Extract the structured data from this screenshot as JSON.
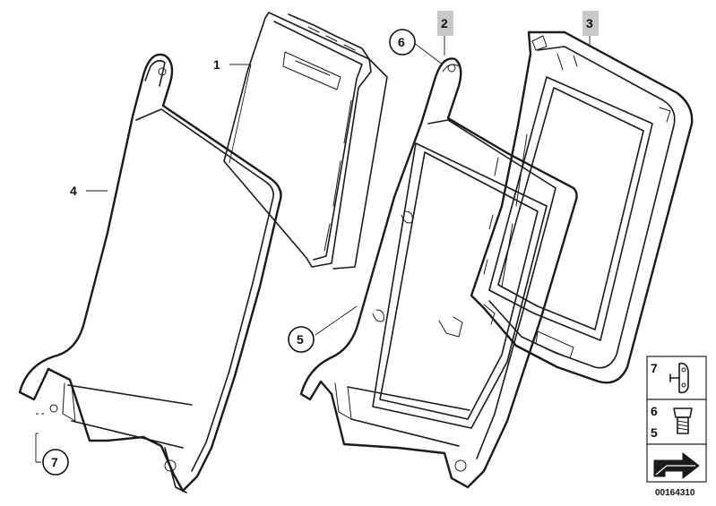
{
  "callouts": {
    "c1": "1",
    "c2": "2",
    "c3": "3",
    "c4": "4",
    "c5": "5",
    "c6": "6",
    "c7": "7"
  },
  "legend": {
    "item_top": "7",
    "item_mid_a": "6",
    "item_mid_b": "5"
  },
  "document_number": "00164310",
  "colors": {
    "line": "#1a1a1a",
    "tag_fill": "#c8c8c8",
    "background": "#ffffff"
  }
}
